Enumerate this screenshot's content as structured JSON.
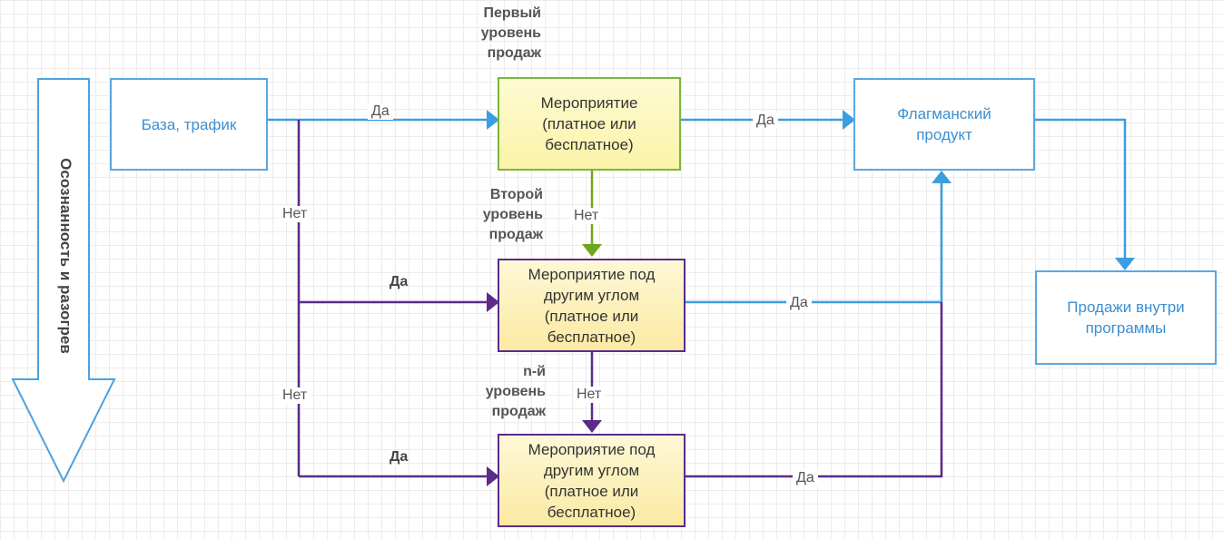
{
  "diagram": {
    "side_arrow_label": "Осознанность и разогрев",
    "boxes": {
      "base": "База, трафик",
      "event1": "Мероприятие\n(платное или\nбесплатное)",
      "event2": "Мероприятие под\nдругим углом\n(платное или\nбесплатное)",
      "event3": "Мероприятие под\nдругим углом\n(платное или\nбесплатное)",
      "flagship": "Флагманский\nпродукт",
      "inside_sales": "Продажи внутри\nпрограммы"
    },
    "levels": {
      "first": "Первый\nуровень\nпродаж",
      "second": "Второй\nуровень\nпродаж",
      "nth": "n-й\nуровень\nпродаж"
    },
    "edge_labels": {
      "yes_base_event1": "Да",
      "yes_event1_flagship": "Да",
      "no_base_left_upper": "Нет",
      "no_base_left_lower": "Нет",
      "no_event1_event2": "Нет",
      "no_event2_event3": "Нет",
      "yes_to_event2": "Да",
      "yes_to_event3": "Да",
      "yes_event2_flagship": "Да",
      "yes_event3_flagship": "Да"
    },
    "colors": {
      "blue": "#3b9ee0",
      "purple": "#5b2a8a",
      "green": "#6fa51f"
    }
  }
}
